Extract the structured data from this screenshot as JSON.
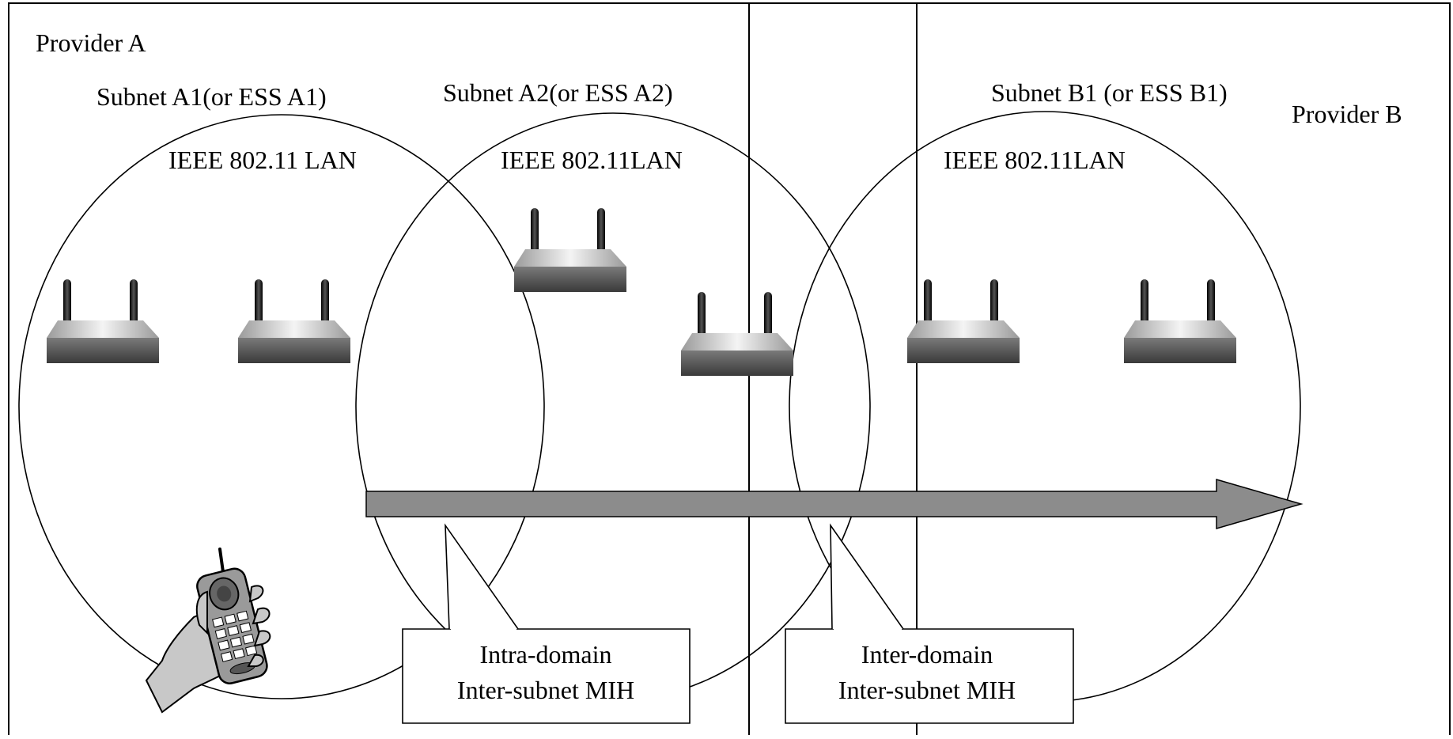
{
  "diagram": {
    "providers": {
      "a": "Provider A",
      "b": "Provider B"
    },
    "subnets": {
      "a1": {
        "name": "Subnet A1(or ESS A1)",
        "lan": "IEEE 802.11 LAN"
      },
      "a2": {
        "name": "Subnet A2(or ESS A2)",
        "lan": "IEEE 802.11LAN"
      },
      "b1": {
        "name": "Subnet B1 (or ESS B1)",
        "lan": "IEEE 802.11LAN"
      }
    },
    "callouts": {
      "intra": {
        "line1": "Intra-domain",
        "line2": "Inter-subnet MIH"
      },
      "inter": {
        "line1": "Inter-domain",
        "line2": "Inter-subnet MIH"
      }
    },
    "icons": {
      "access_point": "wireless-access-point-icon",
      "handset": "mobile-phone-in-hand-icon"
    }
  }
}
